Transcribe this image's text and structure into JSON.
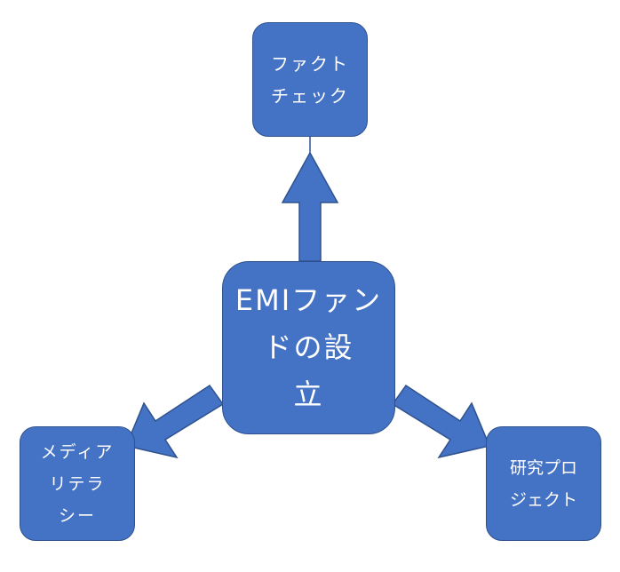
{
  "diagram": {
    "center": {
      "label": "EMIファン\nドの設\n立"
    },
    "top": {
      "label": "ファクト\nチェック"
    },
    "left": {
      "label": "メディア\nリテラ\nシー"
    },
    "right": {
      "label": "研究プロ\nジェクト"
    }
  },
  "colors": {
    "node_fill": "#4472c4",
    "node_border": "#2f528f",
    "text": "#ffffff"
  }
}
